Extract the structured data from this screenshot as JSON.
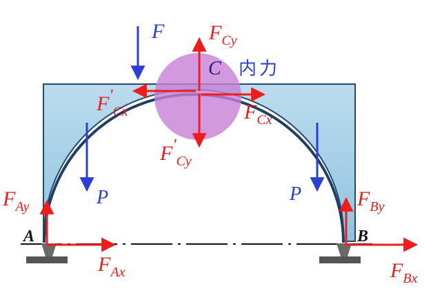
{
  "colors": {
    "force_red": "#ef1c1c",
    "load_blue": "#2b3fd6",
    "frame_fill": "#a9d0e6",
    "frame_stroke": "#244a6a",
    "arch": "#1d3f66",
    "highlight": "#c77fd6",
    "ground": "#5a5a5a",
    "axis": "#111111"
  },
  "labels": {
    "F": "F",
    "P_left": "P",
    "P_right": "P",
    "C": "C",
    "internal_force": "内力",
    "A": "A",
    "B": "B",
    "FCy": {
      "main": "F",
      "sub": "Cy"
    },
    "FCy_prime": {
      "main": "F",
      "prime": "'",
      "sub": "Cy"
    },
    "FCx_prime": {
      "main": "F",
      "prime": "'",
      "sub": "Cx"
    },
    "FCx": {
      "main": "F",
      "sub": "Cx"
    },
    "FAy": {
      "main": "F",
      "sub": "Ay"
    },
    "FAx": {
      "main": "F",
      "sub": "Ax"
    },
    "FBy": {
      "main": "F",
      "sub": "By"
    },
    "FBx": {
      "main": "F",
      "sub": "Bx"
    }
  }
}
